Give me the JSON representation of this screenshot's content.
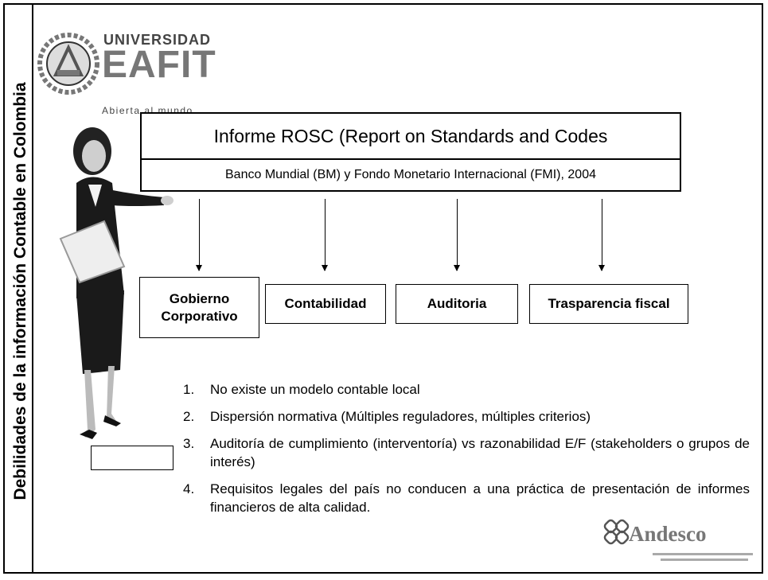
{
  "sidebar": {
    "title": "Debilidades de la información Contable en Colombia"
  },
  "logo": {
    "line1": "UNIVERSIDAD",
    "name": "EAFIT",
    "tagline": "Abierta al mundo"
  },
  "rosc": {
    "title": "Informe ROSC (Report on Standards and Codes",
    "subtitle": "Banco Mundial (BM) y Fondo Monetario Internacional (FMI), 2004"
  },
  "categories": [
    {
      "line1": "Gobierno",
      "line2": "Corporativo"
    },
    {
      "label": "Contabilidad"
    },
    {
      "label": "Auditoria"
    },
    {
      "label": "Trasparencia fiscal"
    }
  ],
  "list": [
    {
      "num": "1.",
      "text": "No existe un modelo contable local"
    },
    {
      "num": "2.",
      "text": "Dispersión normativa (Múltiples reguladores, múltiples criterios)"
    },
    {
      "num": "3.",
      "text": "Auditoría de cumplimiento (interventoría) vs razonabilidad E/F (stakeholders o grupos de interés)"
    },
    {
      "num": "4.",
      "text": "Requisitos legales del país no conducen a una práctica de presentación de informes financieros de alta calidad."
    }
  ],
  "andesco": {
    "name": "Andesco"
  },
  "icons": {
    "logo": "eafit-seal-icon",
    "person": "businesswoman-illustration",
    "andesco": "andesco-logo-icon"
  }
}
